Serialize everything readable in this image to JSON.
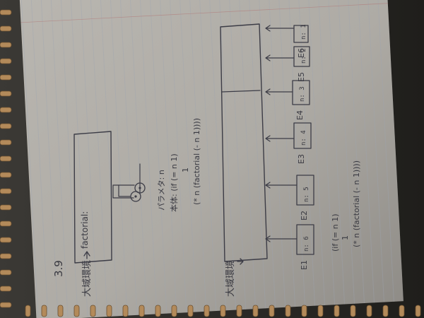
{
  "section_number": "3.9",
  "env_label": "大域環境",
  "left_diagram": {
    "frame_label": "factorial:",
    "param_line": "パラメタ: n",
    "body_line": "本体: (if (= n 1)",
    "body_line_2": "1",
    "body_line_3": "(* n (factorial (- n 1))))"
  },
  "right_diagram": {
    "frames": [
      {
        "env": "E1",
        "binding": "n: 6"
      },
      {
        "env": "E2",
        "binding": "n: 5"
      },
      {
        "env": "E3",
        "binding": "n: 4"
      },
      {
        "env": "E4",
        "binding": "n: 3"
      },
      {
        "env": "E5",
        "binding": "n: 2"
      },
      {
        "env": "E6",
        "binding": "n: 1"
      }
    ],
    "body_line": "(if (= n 1)",
    "body_line_2": "1",
    "body_line_3": "(* n (factorial (- n 1))))"
  }
}
